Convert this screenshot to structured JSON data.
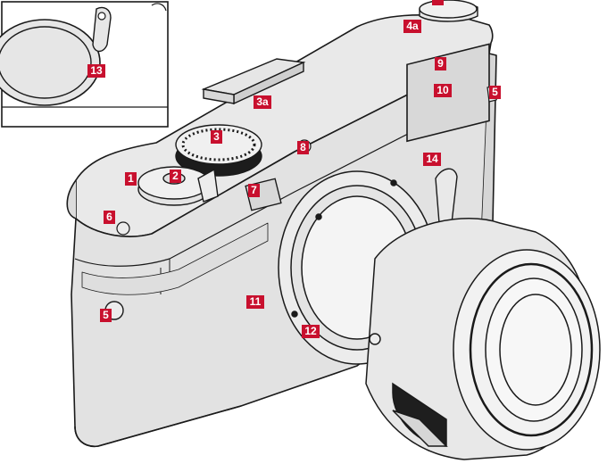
{
  "callouts": {
    "c1": "1",
    "c2": "2",
    "c3": "3",
    "c3a": "3a",
    "c4": "",
    "c4a": "4a",
    "c5_front": "5",
    "c5_side": "5",
    "c6": "6",
    "c7": "7",
    "c8": "8",
    "c9": "9",
    "c10": "10",
    "c11": "11",
    "c12": "12",
    "c13": "13",
    "c14": "14"
  },
  "colors": {
    "callout": "#c8102e",
    "body": "#e6e6e6",
    "body_shade": "#d2d2d2",
    "outline": "#1a1a1a",
    "window": "#d9d9d9"
  },
  "icons": [
    "camera-body-illustration",
    "lens-illustration",
    "bayonet-mount-illustration",
    "shutter-dial-illustration"
  ]
}
